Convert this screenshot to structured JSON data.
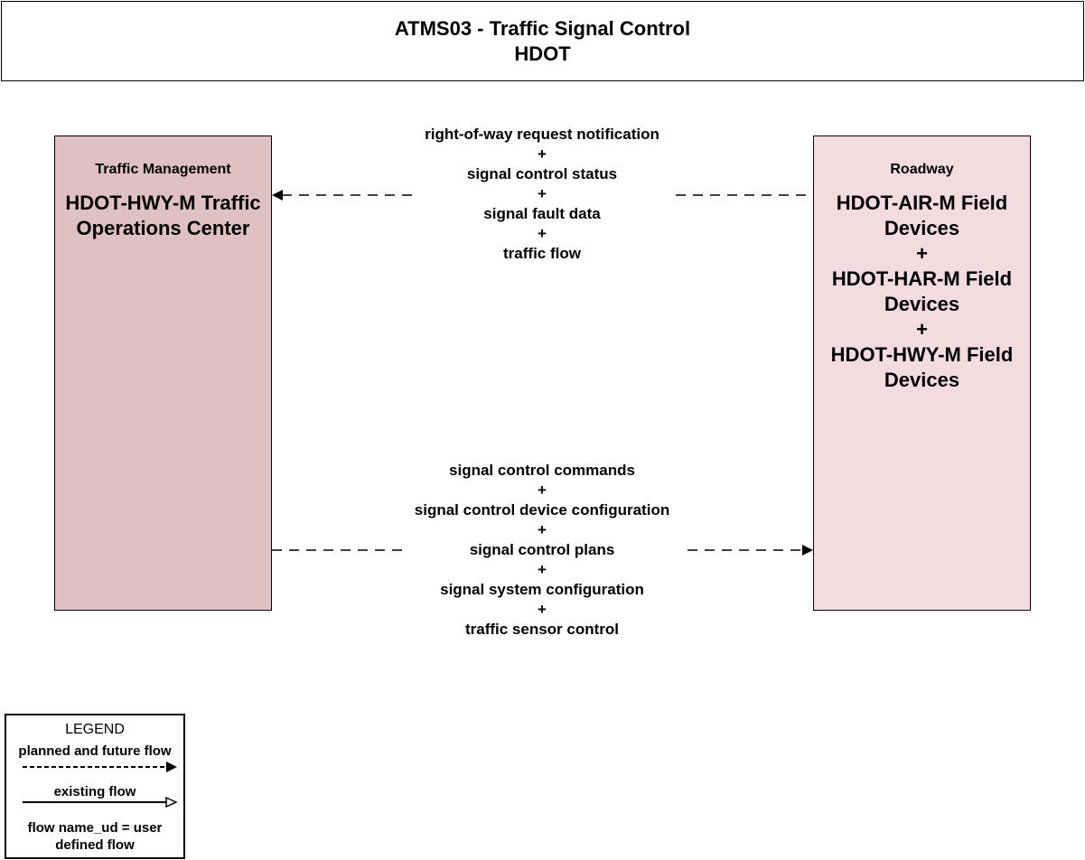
{
  "header": {
    "title": "ATMS03 - Traffic Signal Control",
    "subtitle": "HDOT"
  },
  "entities": {
    "left": {
      "category": "Traffic Management",
      "name": "HDOT-HWY-M Traffic Operations Center",
      "color": "#e0c1c3"
    },
    "right": {
      "category": "Roadway",
      "names": [
        "HDOT-AIR-M Field Devices",
        "HDOT-HAR-M Field Devices",
        "HDOT-HWY-M Field Devices"
      ],
      "plus": "+",
      "color": "#f2dce0"
    }
  },
  "flows": {
    "to_left": {
      "direction": "right-to-left",
      "status": "planned and future",
      "items": [
        "right-of-way request notification",
        "signal control status",
        "signal fault data",
        "traffic flow"
      ],
      "plus": "+"
    },
    "to_right": {
      "direction": "left-to-right",
      "status": "planned and future",
      "items": [
        "signal control commands",
        "signal control device configuration",
        "signal control plans",
        "signal system configuration",
        "traffic sensor control"
      ],
      "plus": "+"
    }
  },
  "legend": {
    "title": "LEGEND",
    "planned": "planned and future flow",
    "existing": "existing flow",
    "user_defined": "flow name_ud = user defined flow"
  }
}
